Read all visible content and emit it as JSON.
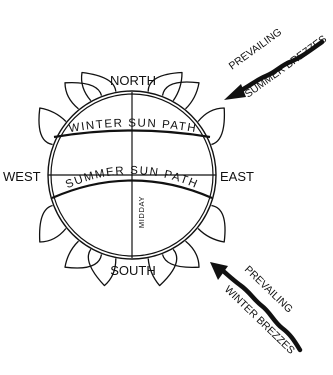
{
  "compass": {
    "north": "NORTH",
    "south": "SOUTH",
    "east": "EAST",
    "west": "WEST"
  },
  "paths": {
    "winter": "WINTER SUN PATH",
    "summer": "SUMMER SUN PATH",
    "midday": "MIDDAY"
  },
  "breezes": {
    "summer_line1": "PREVAILING",
    "summer_line2": "SUMMER BREZZES",
    "winter_line1": "PREVAILING",
    "winter_line2": "WINTER BREZZES"
  }
}
